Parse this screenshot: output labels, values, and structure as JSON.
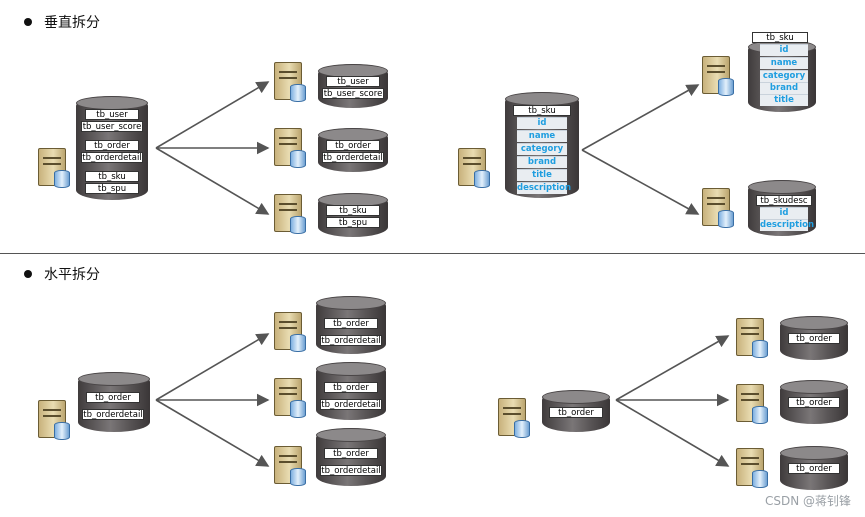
{
  "sections": {
    "vertical": "垂直拆分",
    "horizontal": "水平拆分"
  },
  "vsplit_db": {
    "source": [
      "tb_user",
      "tb_user_score",
      "tb_order",
      "tb_orderdetail",
      "tb_sku",
      "tb_spu"
    ],
    "target1": [
      "tb_user",
      "tb_user_score"
    ],
    "target2": [
      "tb_order",
      "tb_orderdetail"
    ],
    "target3": [
      "tb_sku",
      "tb_spu"
    ]
  },
  "vsplit_table": {
    "source_table": "tb_sku",
    "source_fields": [
      "id",
      "name",
      "category",
      "brand",
      "title",
      "description"
    ],
    "target1_table": "tb_sku",
    "target1_fields": [
      "id",
      "name",
      "category",
      "brand",
      "title"
    ],
    "target2_table": "tb_skudesc",
    "target2_fields": [
      "id",
      "description"
    ]
  },
  "hsplit_db": {
    "source": [
      "tb_order",
      "tb_orderdetail"
    ],
    "target": [
      "tb_order",
      "tb_orderdetail"
    ]
  },
  "hsplit_table": {
    "source": "tb_order",
    "target": "tb_order"
  },
  "watermark": "CSDN @蒋钊锋"
}
